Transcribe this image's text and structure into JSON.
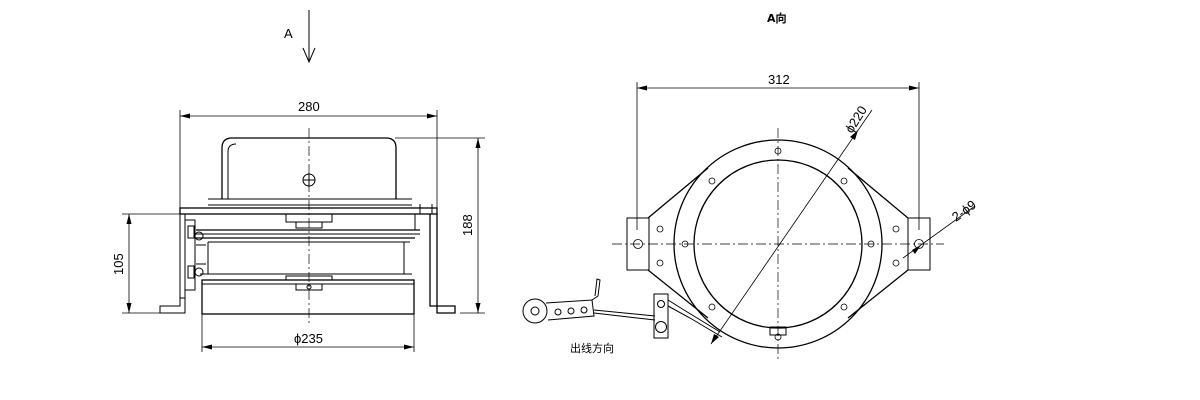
{
  "drawing": {
    "front_view": {
      "view_arrow_label": "A",
      "dim_width": "280",
      "dim_height_total": "188",
      "dim_height_lower": "105",
      "dim_diameter": "ϕ235"
    },
    "view_a": {
      "title": "A向",
      "dim_width": "312",
      "dim_bolt_circle": "ϕ220",
      "dim_holes": "2-ϕ9",
      "cable_direction_label": "出线方向"
    }
  }
}
